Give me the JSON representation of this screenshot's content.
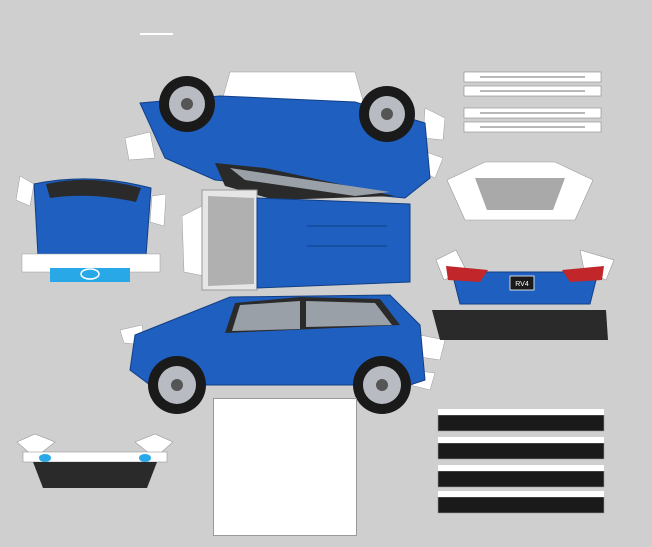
{
  "sheet": {
    "background": "#cfcfcf",
    "paper_color": "#ffffff",
    "body_color": "#1f5fbf",
    "body_dark": "#123f86",
    "trim_color": "#2a2a2a",
    "glass_color": "#9aa0a8",
    "taillight_color": "#c0262a"
  },
  "rear_plate": {
    "text": "RV4"
  },
  "pieces": [
    {
      "name": "side-panel-upper",
      "icon": "car-side-top-view"
    },
    {
      "name": "roof-panel",
      "icon": "car-roof"
    },
    {
      "name": "side-panel-lower",
      "icon": "car-side-bottom-view"
    },
    {
      "name": "hood-panel",
      "icon": "car-hood"
    },
    {
      "name": "front-bumper-panel",
      "icon": "car-front-bumper"
    },
    {
      "name": "rear-panel",
      "icon": "car-rear"
    },
    {
      "name": "windshield-panel",
      "icon": "car-windshield"
    },
    {
      "name": "axle-strips",
      "icon": "axle-strip"
    },
    {
      "name": "tire-tread-strips",
      "icon": "tire-tread"
    },
    {
      "name": "base-plate",
      "icon": "blank-plate"
    }
  ]
}
